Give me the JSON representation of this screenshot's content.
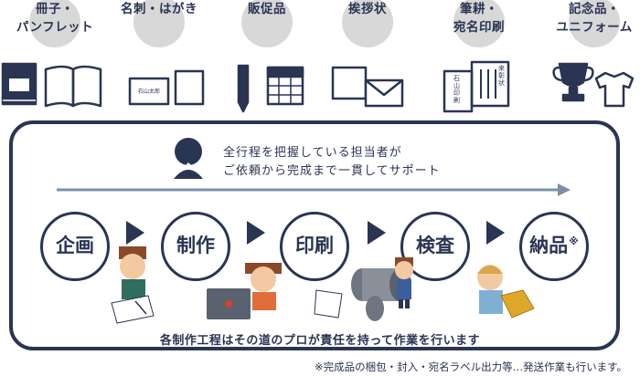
{
  "categories": [
    {
      "line1": "冊子・",
      "line2": "パンフレット",
      "icon": "book-icon"
    },
    {
      "line1": "名刺・はがき",
      "line2": "",
      "icon": "business-card-icon"
    },
    {
      "line1": "販促品",
      "line2": "",
      "icon": "pen-calendar-icon"
    },
    {
      "line1": "挨拶状",
      "line2": "",
      "icon": "envelope-icon"
    },
    {
      "line1": "筆耕・",
      "line2": "宛名印刷",
      "icon": "calligraphy-envelope-icon"
    },
    {
      "line1": "記念品・",
      "line2": "ユニフォーム",
      "icon": "trophy-shirt-icon"
    }
  ],
  "card_text": {
    "name": "石山太郎"
  },
  "envelope_text": {
    "right": "来彰状",
    "left": "石山印刷"
  },
  "staff": {
    "line1": "全行程を把握している担当者が",
    "line2": "ご依頼から完成まで一貫してサポート"
  },
  "steps": [
    {
      "label": "企画",
      "mark": ""
    },
    {
      "label": "制作",
      "mark": ""
    },
    {
      "label": "印刷",
      "mark": ""
    },
    {
      "label": "検査",
      "mark": ""
    },
    {
      "label": "納品",
      "mark": "※"
    }
  ],
  "caption": "各制作工程はその道のプロが責任を持って作業を行います",
  "note": "※完成品の梱包・封入・宛名ラベル出力等…発送作業も行います。",
  "colors": {
    "navy": "#2a3553",
    "bubble": "#d8d8d8",
    "accent": "#7a8fa8"
  }
}
